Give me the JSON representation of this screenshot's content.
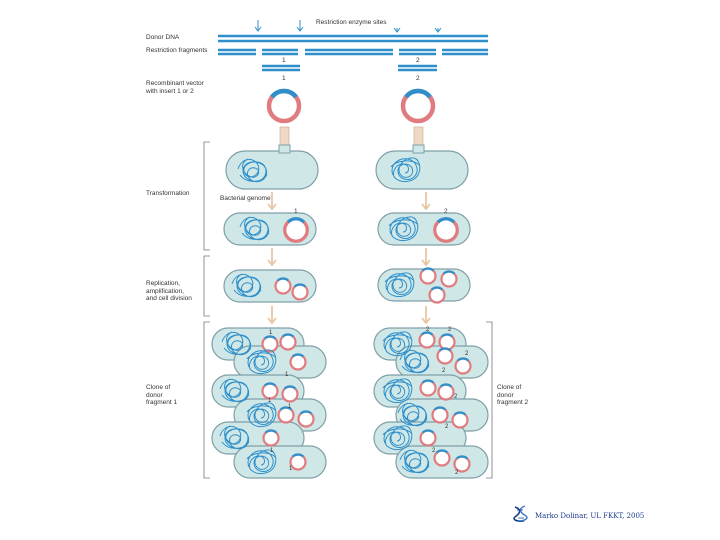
{
  "figure": {
    "top_label": "Restriction enzyme sites",
    "donor_label": "Donor DNA",
    "fragments_label": "Restriction fragments",
    "vector_label": "Recombinant vector\nwith insert 1 or 2",
    "transformation_label": "Transformation",
    "genome_label": "Bacterial genome",
    "replication_label": "Replication,\namplification,\nand cell division",
    "clone1_label": "Clone of\ndonor\nfragment 1",
    "clone2_label": "Clone of\ndonor\nfragment 2",
    "frag1_num": "1",
    "frag2_num": "2"
  },
  "colors": {
    "dna": "#2f8fca",
    "plasmid": "#e07c80",
    "cell_fill": "#cfe8e7",
    "cell_edge": "#7f9fa7",
    "bracket": "#777777",
    "arrow": "#e7c7a3"
  },
  "credit": {
    "text": "Marko Dolinar, UL FKKT, 2005",
    "icon": "dna-helix-icon"
  }
}
